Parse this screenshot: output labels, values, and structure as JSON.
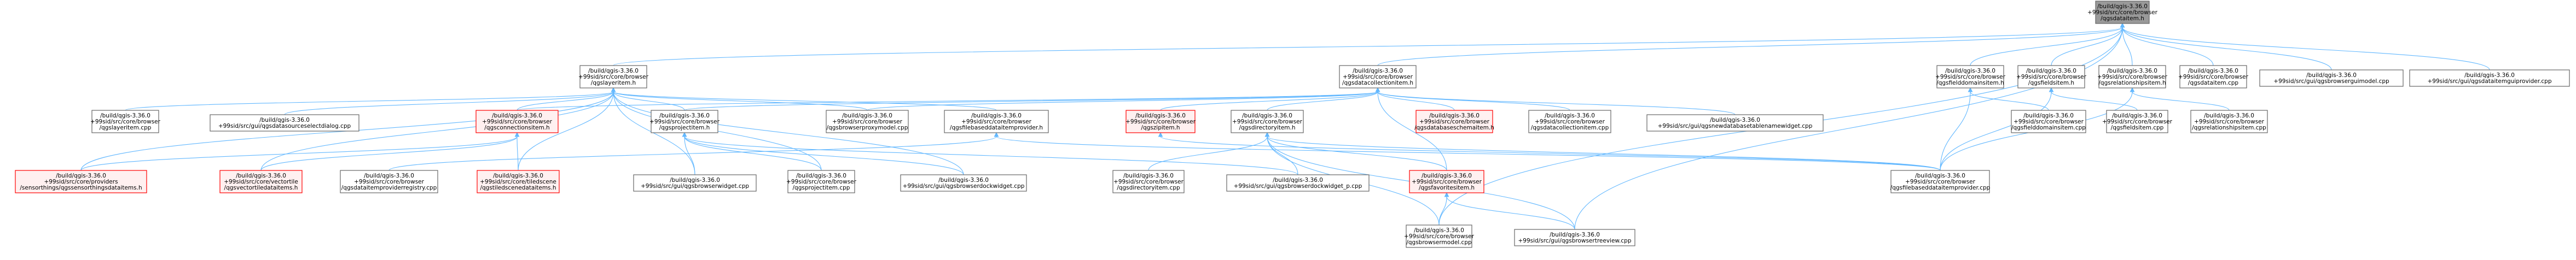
{
  "colors": {
    "root_fill": "#999999",
    "node_fill": "#ffffff",
    "node_border": "#666666",
    "red_border": "#ff0000",
    "red_fill": "#fff0f0",
    "edge": "#63b8ff"
  },
  "nodes": {
    "n0": {
      "lines": [
        "/build/qgis-3.36.0",
        "+99sid/src/core/browser",
        "/qgsdataitem.h"
      ],
      "root": true
    },
    "n1": {
      "lines": [
        "/build/qgis-3.36.0",
        "+99sid/src/core/browser",
        "/qgslayeritem.h"
      ]
    },
    "n2": {
      "lines": [
        "/build/qgis-3.36.0",
        "+99sid/src/core/browser",
        "/qgsdatacollectionitem.h"
      ]
    },
    "n3": {
      "lines": [
        "/build/qgis-3.36.0",
        "+99sid/src/core/browser",
        "/qgsfielddomainsitem.h"
      ]
    },
    "n4": {
      "lines": [
        "/build/qgis-3.36.0",
        "+99sid/src/core/browser",
        "/qgsfieldsitem.h"
      ]
    },
    "n5": {
      "lines": [
        "/build/qgis-3.36.0",
        "+99sid/src/core/browser",
        "/qgsrelationshipsitem.h"
      ]
    },
    "n6": {
      "lines": [
        "/build/qgis-3.36.0",
        "+99sid/src/core/browser",
        "/qgsdataitem.cpp"
      ]
    },
    "n7": {
      "lines": [
        "/build/qgis-3.36.0",
        "+99sid/src/gui/qgsbrowserguimodel.cpp"
      ]
    },
    "n8": {
      "lines": [
        "/build/qgis-3.36.0",
        "+99sid/src/gui/qgsdataitemguiprovider.cpp"
      ]
    },
    "n9": {
      "lines": [
        "/build/qgis-3.36.0",
        "+99sid/src/core/browser",
        "/qgslayeritem.cpp"
      ]
    },
    "n10": {
      "lines": [
        "/build/qgis-3.36.0",
        "+99sid/src/gui/qgsdatasourceselectdialog.cpp"
      ]
    },
    "n11": {
      "lines": [
        "/build/qgis-3.36.0",
        "+99sid/src/core/browser",
        "/qgsconnectionsitem.h"
      ],
      "red": true
    },
    "n12": {
      "lines": [
        "/build/qgis-3.36.0",
        "+99sid/src/core/browser",
        "/qgsprojectitem.h"
      ]
    },
    "n13": {
      "lines": [
        "/build/qgis-3.36.0",
        "+99sid/src/core/browser",
        "/qgsbrowserproxymodel.cpp"
      ]
    },
    "n14": {
      "lines": [
        "/build/qgis-3.36.0",
        "+99sid/src/core/browser",
        "/qgsfilebaseddataitemprovider.h"
      ]
    },
    "n15": {
      "lines": [
        "/build/qgis-3.36.0",
        "+99sid/src/core/browser",
        "/qgszipitem.h"
      ],
      "red": true
    },
    "n16": {
      "lines": [
        "/build/qgis-3.36.0",
        "+99sid/src/core/browser",
        "/qgsdirectoryitem.h"
      ]
    },
    "n17": {
      "lines": [
        "/build/qgis-3.36.0",
        "+99sid/src/core/browser",
        "/qgsdatabaseschemaitem.h"
      ],
      "red": true
    },
    "n18": {
      "lines": [
        "/build/qgis-3.36.0",
        "+99sid/src/core/browser",
        "/qgsdatacollectionitem.cpp"
      ]
    },
    "n19": {
      "lines": [
        "/build/qgis-3.36.0",
        "+99sid/src/gui/qgsnewdatabasetablenamewidget.cpp"
      ]
    },
    "n20": {
      "lines": [
        "/build/qgis-3.36.0",
        "+99sid/src/core/browser",
        "/qgsfielddomainsitem.cpp"
      ]
    },
    "n21": {
      "lines": [
        "/build/qgis-3.36.0",
        "+99sid/src/core/browser",
        "/qgsfieldsitem.cpp"
      ]
    },
    "n22": {
      "lines": [
        "/build/qgis-3.36.0",
        "+99sid/src/core/browser",
        "/qgsrelationshipsitem.cpp"
      ]
    },
    "n23": {
      "lines": [
        "/build/qgis-3.36.0",
        "+99sid/src/core/providers",
        "/sensorthings/qgssensorthingsdataitems.h"
      ],
      "red": true
    },
    "n24": {
      "lines": [
        "/build/qgis-3.36.0",
        "+99sid/src/core/vectortile",
        "/qgsvectortiledataitems.h"
      ],
      "red": true
    },
    "n25": {
      "lines": [
        "/build/qgis-3.36.0",
        "+99sid/src/core/browser",
        "/qgsdataitemproviderregistry.cpp"
      ]
    },
    "n26": {
      "lines": [
        "/build/qgis-3.36.0",
        "+99sid/src/core/tiledscene",
        "/qgstiledscenedataitems.h"
      ],
      "red": true
    },
    "n27": {
      "lines": [
        "/build/qgis-3.36.0",
        "+99sid/src/gui/qgsbrowserwidget.cpp"
      ]
    },
    "n28": {
      "lines": [
        "/build/qgis-3.36.0",
        "+99sid/src/core/browser",
        "/qgsprojectitem.cpp"
      ]
    },
    "n29": {
      "lines": [
        "/build/qgis-3.36.0",
        "+99sid/src/gui/qgsbrowserdockwidget.cpp"
      ]
    },
    "n30": {
      "lines": [
        "/build/qgis-3.36.0",
        "+99sid/src/core/browser",
        "/qgsdirectoryitem.cpp"
      ]
    },
    "n31": {
      "lines": [
        "/build/qgis-3.36.0",
        "+99sid/src/gui/qgsbrowserdockwidget_p.cpp"
      ]
    },
    "n32": {
      "lines": [
        "/build/qgis-3.36.0",
        "+99sid/src/core/browser",
        "/qgsfavoritesitem.h"
      ],
      "red": true
    },
    "n33": {
      "lines": [
        "/build/qgis-3.36.0",
        "+99sid/src/core/browser",
        "/qgsfilebaseddataitemprovider.cpp"
      ]
    },
    "n34": {
      "lines": [
        "/build/qgis-3.36.0",
        "+99sid/src/core/browser",
        "/qgsbrowsermodel.cpp"
      ]
    },
    "n35": {
      "lines": [
        "/build/qgis-3.36.0",
        "+99sid/src/gui/qgsbrowsertreeview.cpp"
      ]
    }
  }
}
